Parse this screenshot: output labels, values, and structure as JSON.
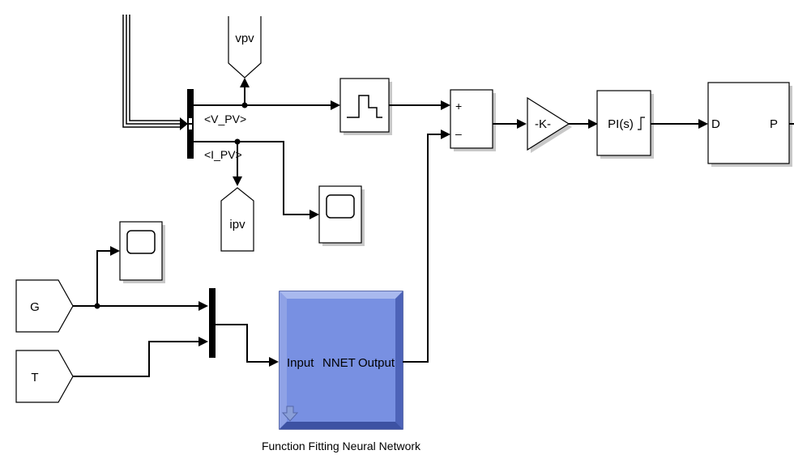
{
  "blocks": {
    "vpv_tag": "vpv",
    "ipv_tag": "ipv",
    "g_tag": "G",
    "t_tag": "T",
    "gain": "-K-",
    "pi": "PI(s)",
    "pwm_in": "D",
    "pwm_out": "P",
    "sum_plus": "+",
    "sum_minus": "–",
    "nnet_input": "Input",
    "nnet_name": "NNET",
    "nnet_output": "Output",
    "nnet_caption": "Function Fitting Neural Network"
  },
  "signals": {
    "v_pv": "<V_PV>",
    "i_pv": "<I_PV>"
  }
}
